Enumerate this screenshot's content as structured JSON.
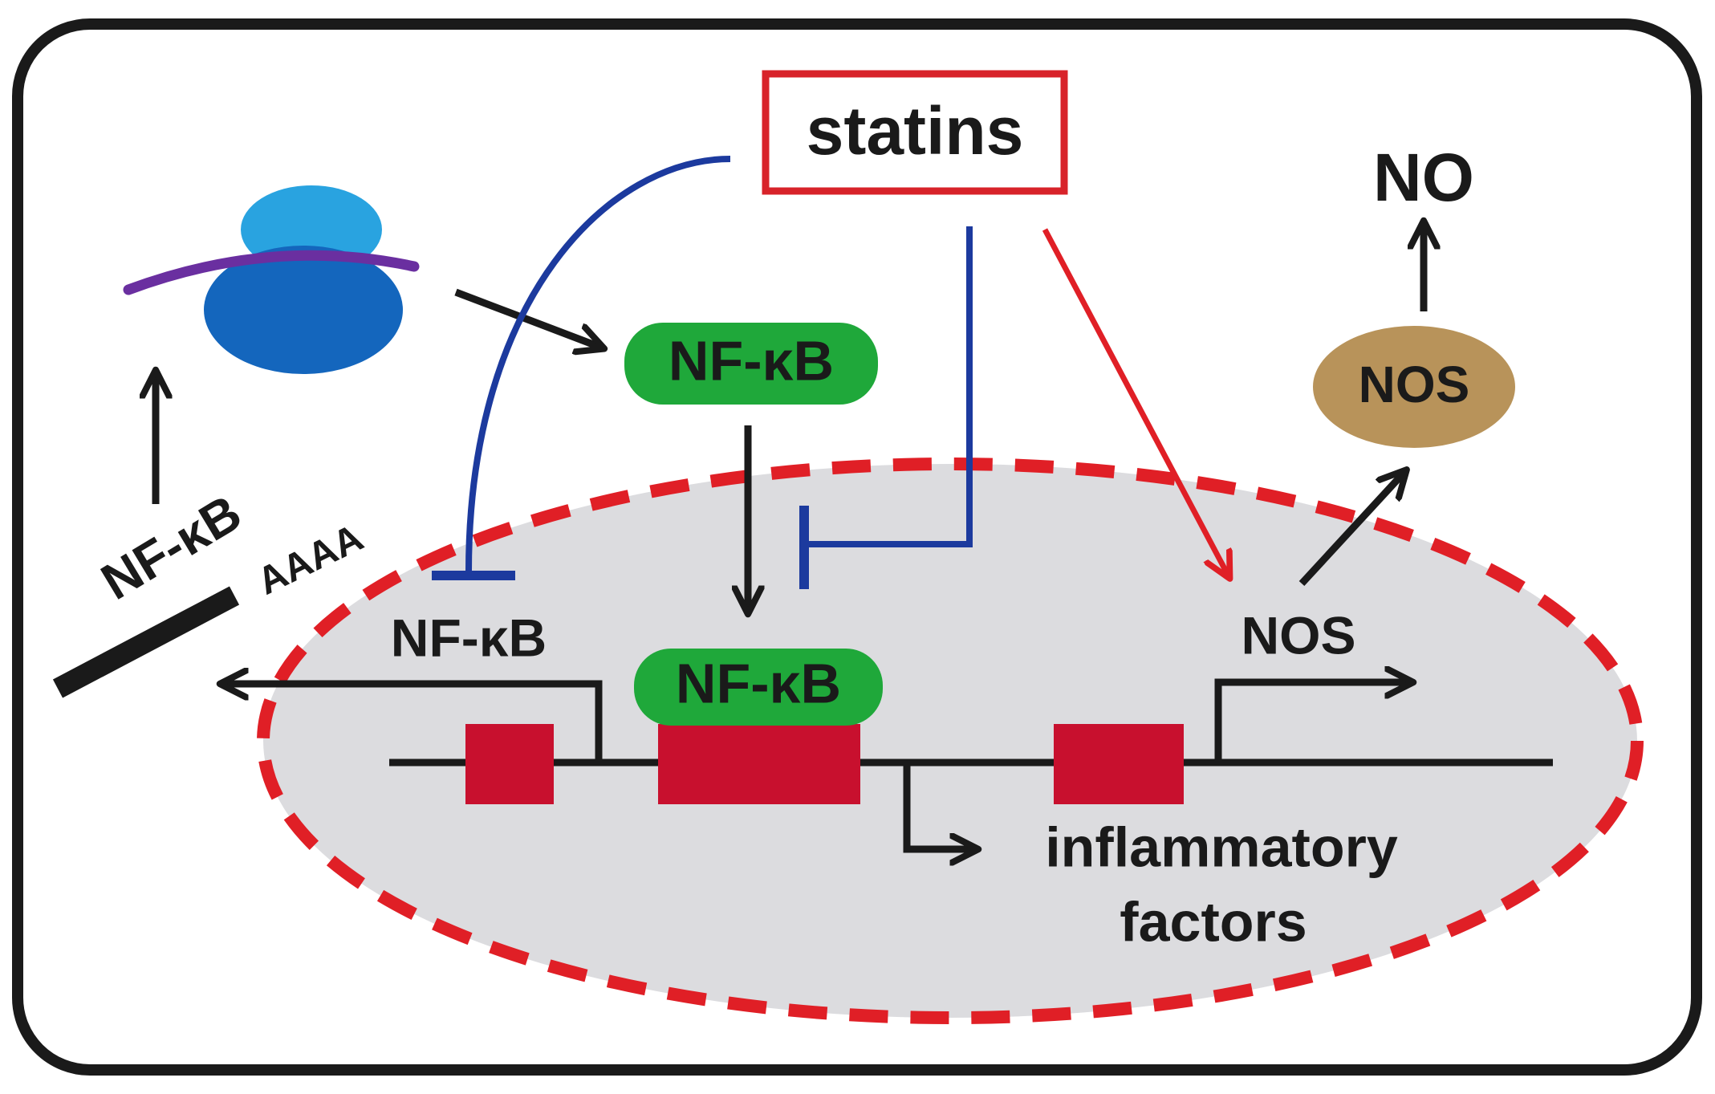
{
  "labels": {
    "statins": "statins",
    "no": "NO",
    "nos_enzyme": "NOS",
    "nfkb_cytoplasm": "NF-κB",
    "nfkb_mrna": "NF-κB",
    "poly_a_tail": "AAAA",
    "nfkb_gene": "NF-κB",
    "nfkb_bound": "NF-κB",
    "nos_gene": "NOS",
    "inflammatory_line1": "inflammatory",
    "inflammatory_line2": "factors"
  },
  "colors": {
    "frame": "#1a1a1a",
    "nucleus_fill": "#dcdcdf",
    "nucleus_border": "#e01f26",
    "statins_box": "#d8232a",
    "activation_red": "#e01f26",
    "inhibition_blue": "#1c3a9e",
    "nfkb_green": "#1fa83a",
    "nos_tan": "#b8935a",
    "gene_box": "#c8102e",
    "ribosome_light": "#29a3e0",
    "ribosome_dark": "#1466bd",
    "mrna_purple": "#6a2fa0",
    "arrow_black": "#1a1a1a"
  },
  "icons": {
    "ribosome": "ribosome-icon",
    "mrna": "mrna-strand-icon"
  }
}
